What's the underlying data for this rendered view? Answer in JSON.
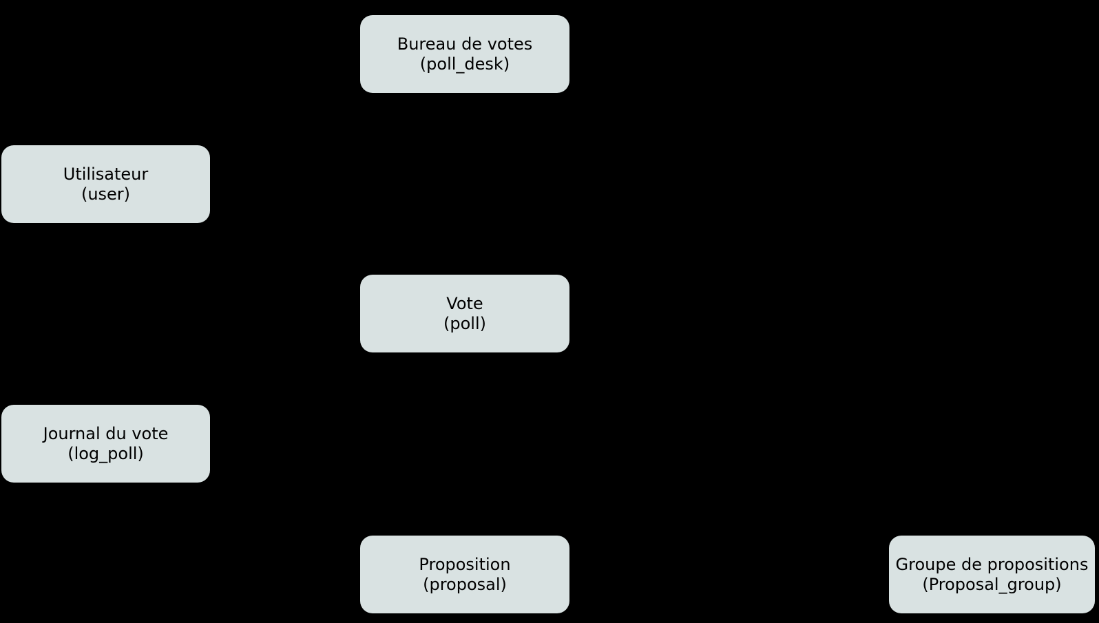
{
  "diagram": {
    "background_color": "#000000",
    "node_fill_color": "#d9e2e2",
    "node_text_color": "#000000"
  },
  "nodes": [
    {
      "id": "poll_desk",
      "label": "Bureau de votes",
      "sublabel": "(poll_desk)"
    },
    {
      "id": "user",
      "label": "Utilisateur",
      "sublabel": "(user)"
    },
    {
      "id": "poll",
      "label": "Vote",
      "sublabel": "(poll)"
    },
    {
      "id": "log_poll",
      "label": "Journal du vote",
      "sublabel": "(log_poll)"
    },
    {
      "id": "proposal",
      "label": "Proposition",
      "sublabel": "(proposal)"
    },
    {
      "id": "proposal_group",
      "label": "Groupe de propositions",
      "sublabel": "(Proposal_group)"
    }
  ]
}
